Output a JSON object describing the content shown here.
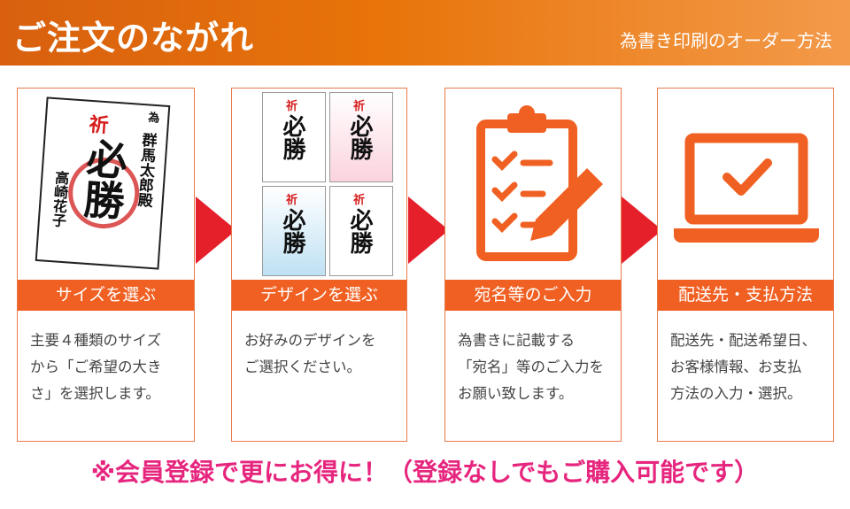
{
  "header": {
    "title": "ご注文のながれ",
    "subtitle": "為書き印刷のオーダー方法"
  },
  "sample_design": {
    "prayer": "祈",
    "main": "必勝",
    "to": "為",
    "name": "群馬太郎殿",
    "sender": "高崎花子"
  },
  "steps": [
    {
      "label": "サイズを選ぶ",
      "description": "主要４種類のサイズ\nから「ご希望の大き\nさ」を選択します。",
      "icon": "document-sample-icon"
    },
    {
      "label": "デザインを選ぶ",
      "description": "お好みのデザインを\nご選択ください。",
      "icon": "design-variants-icon"
    },
    {
      "label": "宛名等のご入力",
      "description": "為書きに記載する\n「宛名」等のご入力を\nお願い致します。",
      "icon": "clipboard-checklist-icon"
    },
    {
      "label": "配送先・支払方法",
      "description": "配送先・配送希望日、\nお客様情報、お支払\n方法の入力・選択。",
      "icon": "laptop-check-icon"
    }
  ],
  "note": "※会員登録で更にお得に！（登録なしでもご購入可能です）",
  "colors": {
    "accent": "#f06022",
    "arrow": "#e5202a",
    "note": "#e6267e"
  }
}
